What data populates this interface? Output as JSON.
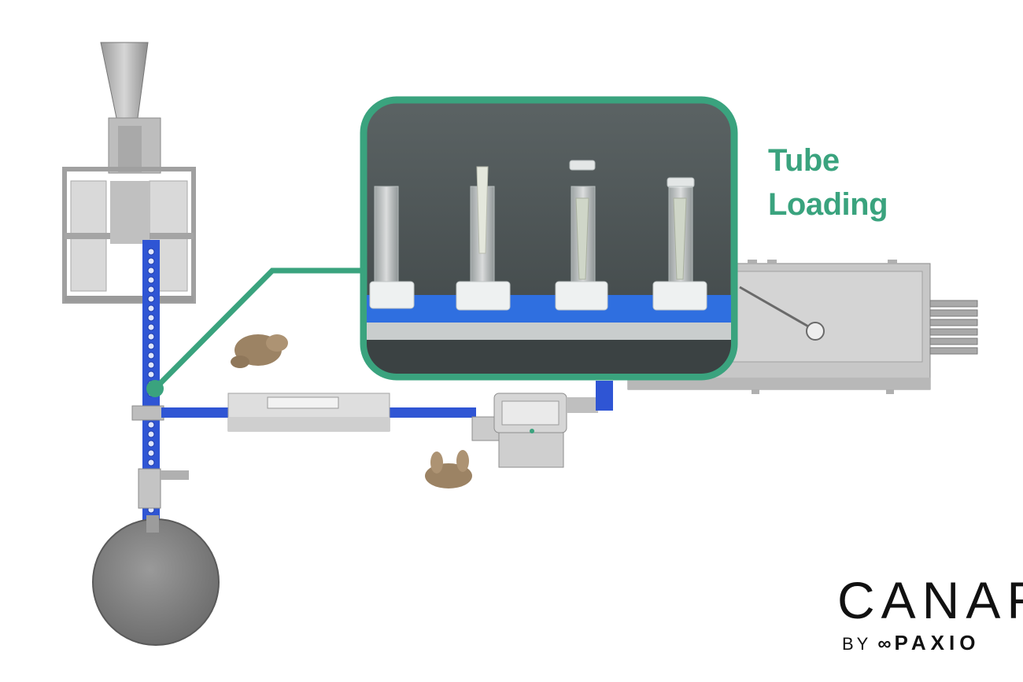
{
  "callout": {
    "title_line1": "Tube",
    "title_line2": "Loading",
    "accent_color": "#3aa37e"
  },
  "logo": {
    "main": "CANAR",
    "by": "BY",
    "mark": "∞",
    "sub": "PAXIO"
  },
  "colors": {
    "conveyor": "#2f55d4",
    "machine": "#c9c9c9",
    "callout_bg": "#4a5253",
    "belt": "#2f6fe0"
  }
}
